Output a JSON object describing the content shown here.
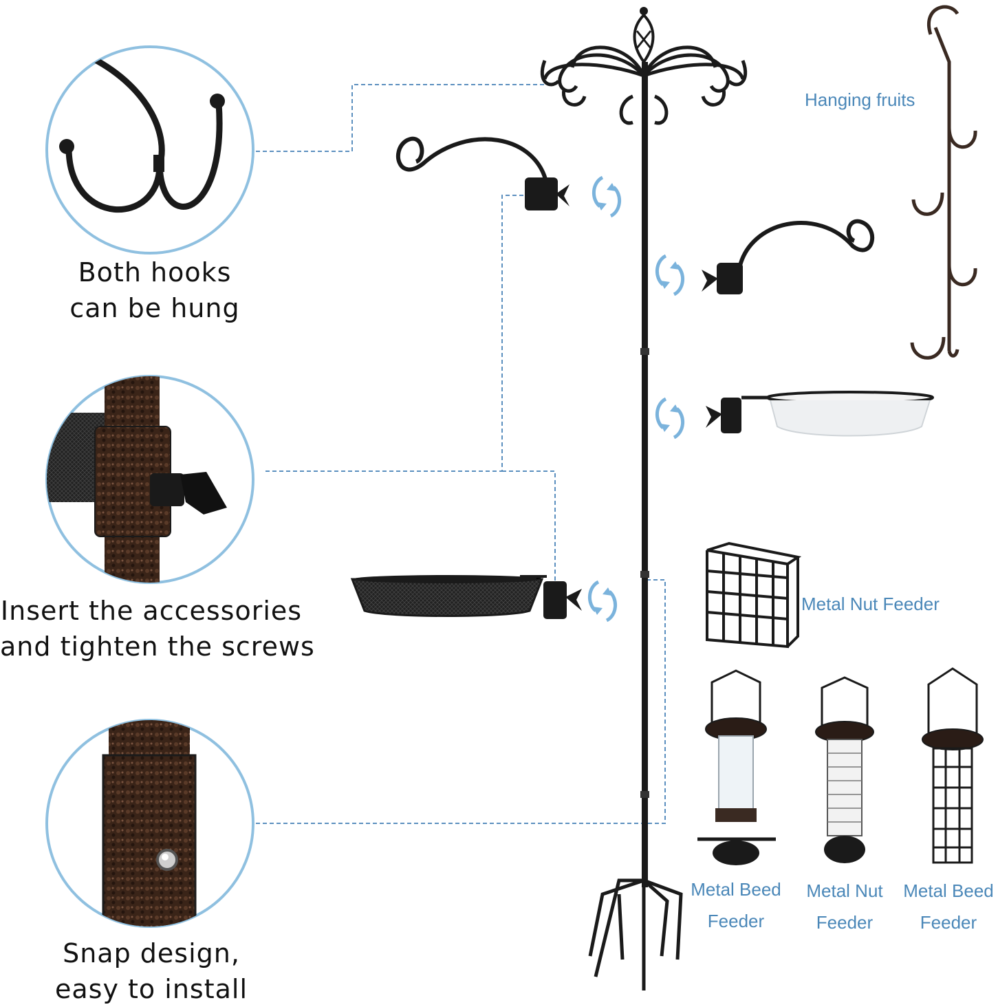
{
  "captions": {
    "hooks": [
      "Both hooks",
      "can be hung"
    ],
    "insert": [
      "Insert the accessories",
      "and tighten the screws"
    ],
    "snap": [
      "Snap design,",
      "easy to install"
    ]
  },
  "labels": {
    "hanging_fruits": "Hanging fruits",
    "metal_nut_feeder": "Metal Nut Feeder",
    "feeder_1": [
      "Metal Beed",
      "Feeder"
    ],
    "feeder_2": [
      "Metal Nut",
      "Feeder"
    ],
    "feeder_3": [
      "Metal Beed",
      "Feeder"
    ]
  },
  "colors": {
    "label_blue": "#4a87b8",
    "circle_border": "#8fc0e0",
    "dashed_line": "#5b8fbf",
    "metal": "#1a1a1a",
    "rotate_icon": "#7bb3dc"
  },
  "icons": {
    "rotate": "rotate-arrows-icon"
  }
}
